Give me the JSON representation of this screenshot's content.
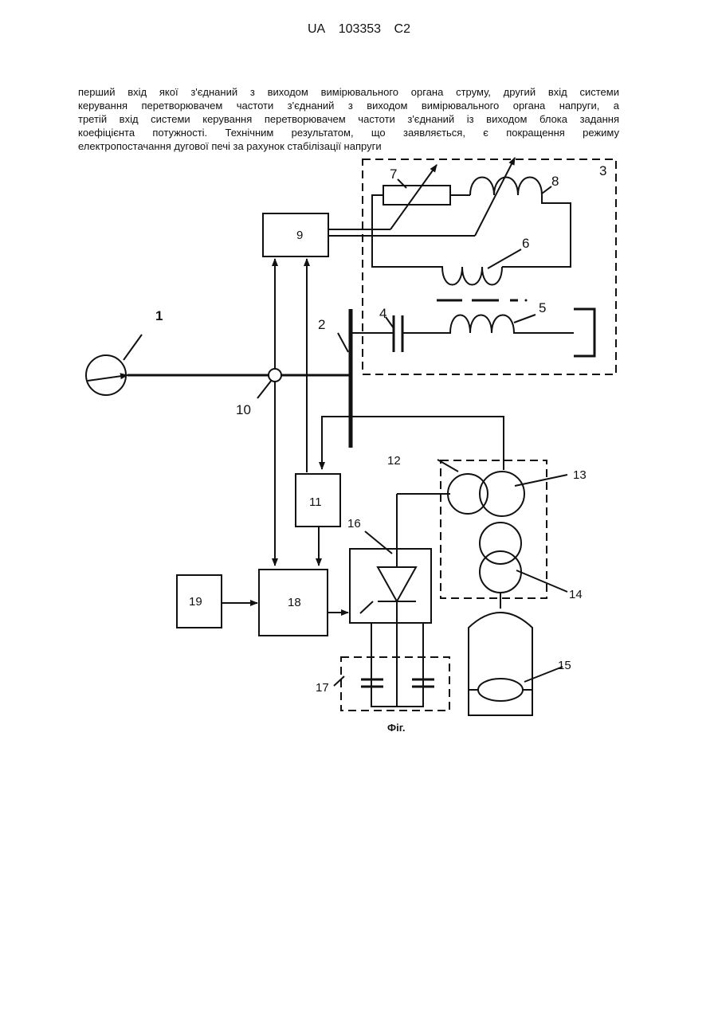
{
  "header": {
    "country": "UA",
    "number": "103353",
    "kind": "C2"
  },
  "paragraph": {
    "lines": [
      "перший вхід якої з'єднаний з виходом вимірювального органа струму, другий вхід системи",
      "керування перетворювачем частоти з'єднаний з виходом вимірювального органа напруги, а",
      "третій вхід системи керування перетворювачем частоти з'єднаний із виходом блока задання",
      "коефіцієнта потужності. Технічним результатом, що заявляється, є покращення режиму",
      "електропостачання дугової печі за рахунок стабілізації напруги"
    ]
  },
  "figure": {
    "caption": "Фіг.",
    "labels": {
      "l1": "1",
      "l2": "2",
      "l3": "3",
      "l4": "4",
      "l5": "5",
      "l6": "6",
      "l7": "7",
      "l8": "8",
      "l9": "9",
      "l10": "10",
      "l11": "11",
      "l12": "12",
      "l13": "13",
      "l14": "14",
      "l15": "15",
      "l16": "16",
      "l17": "17",
      "l18": "18",
      "l19": "19"
    }
  }
}
